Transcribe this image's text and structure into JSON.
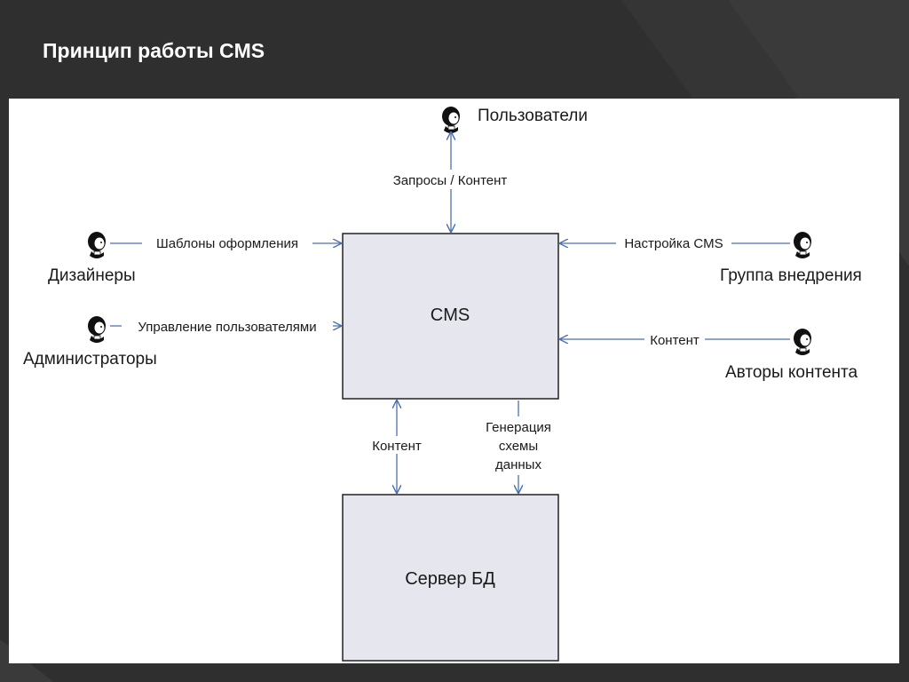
{
  "slide": {
    "title": "Принцип работы CMS"
  },
  "diagram": {
    "nodes": {
      "cms": {
        "label": "CMS"
      },
      "db": {
        "label": "Сервер БД"
      }
    },
    "actors": {
      "users": {
        "label": "Пользователи",
        "icon": "user-icon"
      },
      "designers": {
        "label": "Дизайнеры",
        "icon": "user-icon"
      },
      "admins": {
        "label": "Администраторы",
        "icon": "user-icon"
      },
      "deploy_group": {
        "label": "Группа внедрения",
        "icon": "user-icon"
      },
      "content_authors": {
        "label": "Авторы контента",
        "icon": "user-icon"
      }
    },
    "edges": {
      "users_cms": {
        "label": "Запросы / Контент"
      },
      "designers_cms": {
        "label": "Шаблоны оформления"
      },
      "admins_cms": {
        "label": "Управление пользователями"
      },
      "deploy_cms": {
        "label": "Настройка CMS"
      },
      "authors_cms": {
        "label": "Контент"
      },
      "cms_db_content": {
        "label": "Контент"
      },
      "cms_db_schema": {
        "line1": "Генерация",
        "line2": "схемы",
        "line3": "данных"
      }
    }
  },
  "colors": {
    "background": "#2f2f2f",
    "panel": "#ffffff",
    "box_fill": "#e6e6ee",
    "arrow": "#4a6fb0"
  }
}
